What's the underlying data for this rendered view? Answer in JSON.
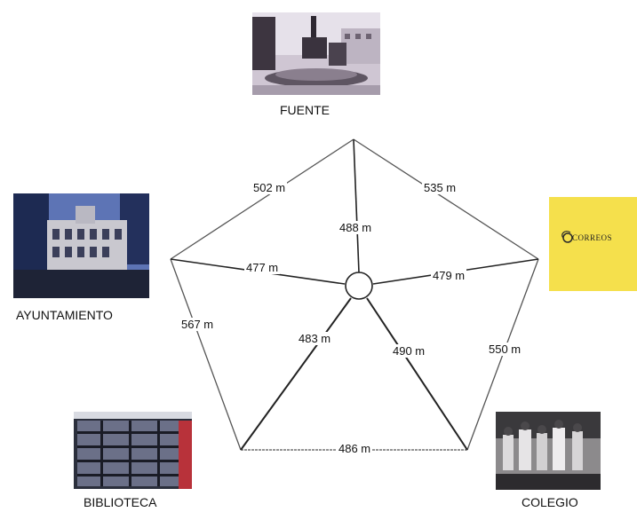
{
  "places": {
    "fuente": "FUENTE",
    "ayuntamiento": "AYUNTAMIENTO",
    "biblioteca": "BIBLIOTECA",
    "colegio": "COLEGIO",
    "correos_logo_text": "CORREOS"
  },
  "distances": {
    "fuente_ayuntamiento": "502 m",
    "fuente_correos": "535 m",
    "fuente_centro": "488 m",
    "ayuntamiento_centro": "477 m",
    "correos_centro": "479 m",
    "ayuntamiento_biblioteca": "567 m",
    "biblioteca_centro": "483 m",
    "colegio_centro": "490 m",
    "correos_colegio": "550 m",
    "biblioteca_colegio": "486 m"
  }
}
